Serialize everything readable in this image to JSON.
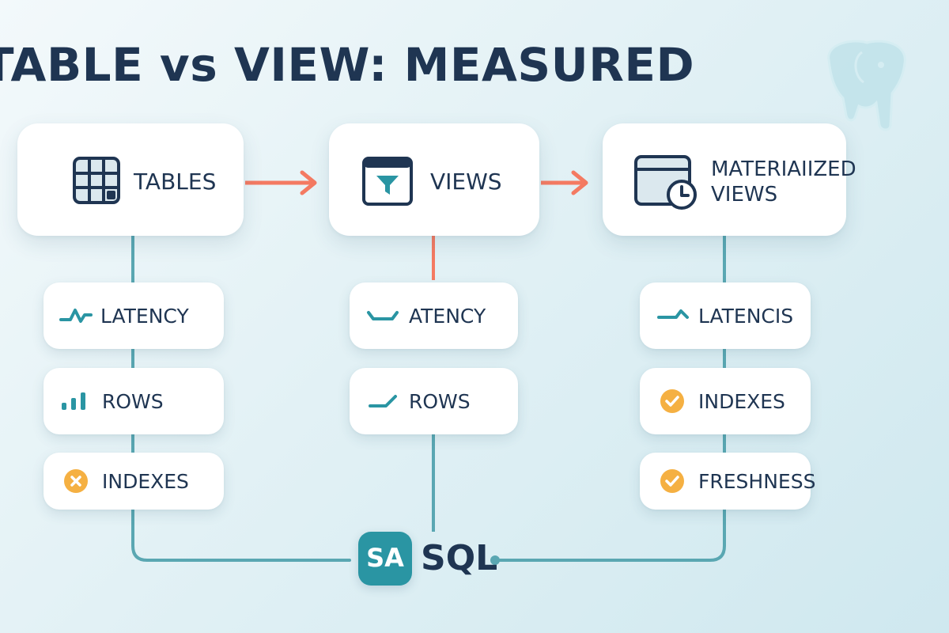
{
  "title": "TABLE vs VIEW: MEASURED",
  "columns": [
    {
      "header": "TABLES",
      "header_icon": "table-grid-icon",
      "metrics": [
        {
          "label": "LATENCY",
          "icon": "latency-wave-icon"
        },
        {
          "label": "ROWS",
          "icon": "bar-chart-icon"
        },
        {
          "label": "INDEXES",
          "icon": "cross-badge-icon"
        }
      ]
    },
    {
      "header": "VIEWS",
      "header_icon": "filter-window-icon",
      "metrics": [
        {
          "label": "ATENCY",
          "icon": "latency-trough-icon"
        },
        {
          "label": "ROWS",
          "icon": "trend-line-icon"
        }
      ]
    },
    {
      "header_line1": "MATERIAIIZED",
      "header_line2": "VIEWS",
      "header_icon": "window-clock-icon",
      "metrics": [
        {
          "label": "LATENCIS",
          "icon": "latency-step-icon"
        },
        {
          "label": "INDEXES",
          "icon": "check-badge-icon"
        },
        {
          "label": "FRESHNESS",
          "icon": "check-badge-icon"
        }
      ]
    }
  ],
  "hub": {
    "badge": "SA",
    "label": "SQL"
  },
  "decor_icon": "postgres-elephant-icon",
  "colors": {
    "text": "#1f3552",
    "arrow": "#f47a62",
    "connector": "#5aa7b2",
    "accent": "#2a95a3",
    "badge": "#f5b042"
  }
}
